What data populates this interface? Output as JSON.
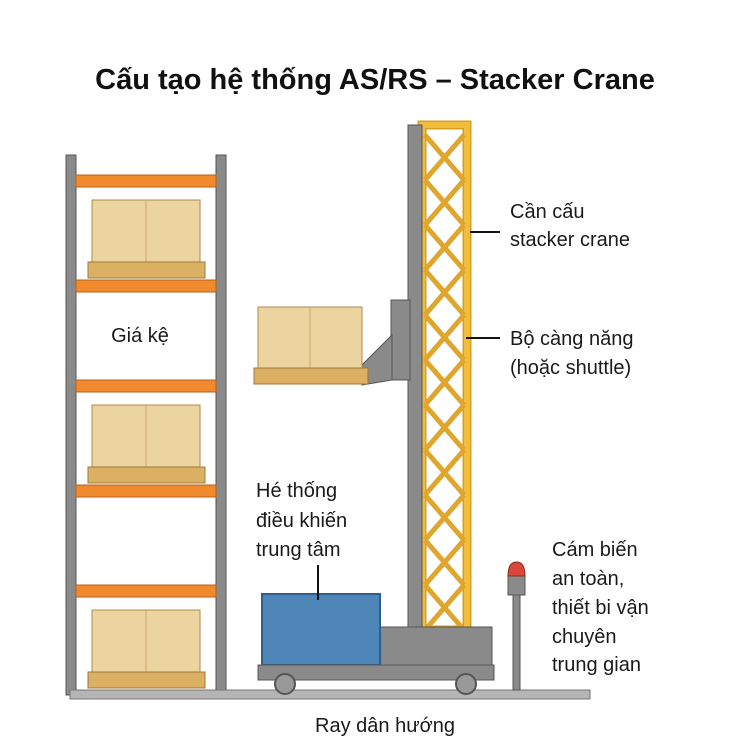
{
  "title": "Cấu tạo hệ thống AS/RS – Stacker Crane",
  "labels": {
    "rack": "Giá kệ",
    "crane": [
      "Cần cấu",
      "stacker crane"
    ],
    "fork": [
      "Bộ càng năng",
      "(hoặc shuttle)"
    ],
    "control": [
      "Hé thống",
      "điều khiến",
      "trung tâm"
    ],
    "sensor": [
      "Cám biến",
      "an toàn,",
      "thiết bi vận",
      "chuyên",
      "trung gian"
    ],
    "rail": "Ray dân hướng"
  },
  "colors": {
    "beam": "#f08a2c",
    "box": "#ecd4a0",
    "pallet": "#dcb063",
    "mast": "#8a8a8a",
    "lattice": "#f1bd3c",
    "control": "#4f86b8",
    "sensor": "#d9473a"
  }
}
